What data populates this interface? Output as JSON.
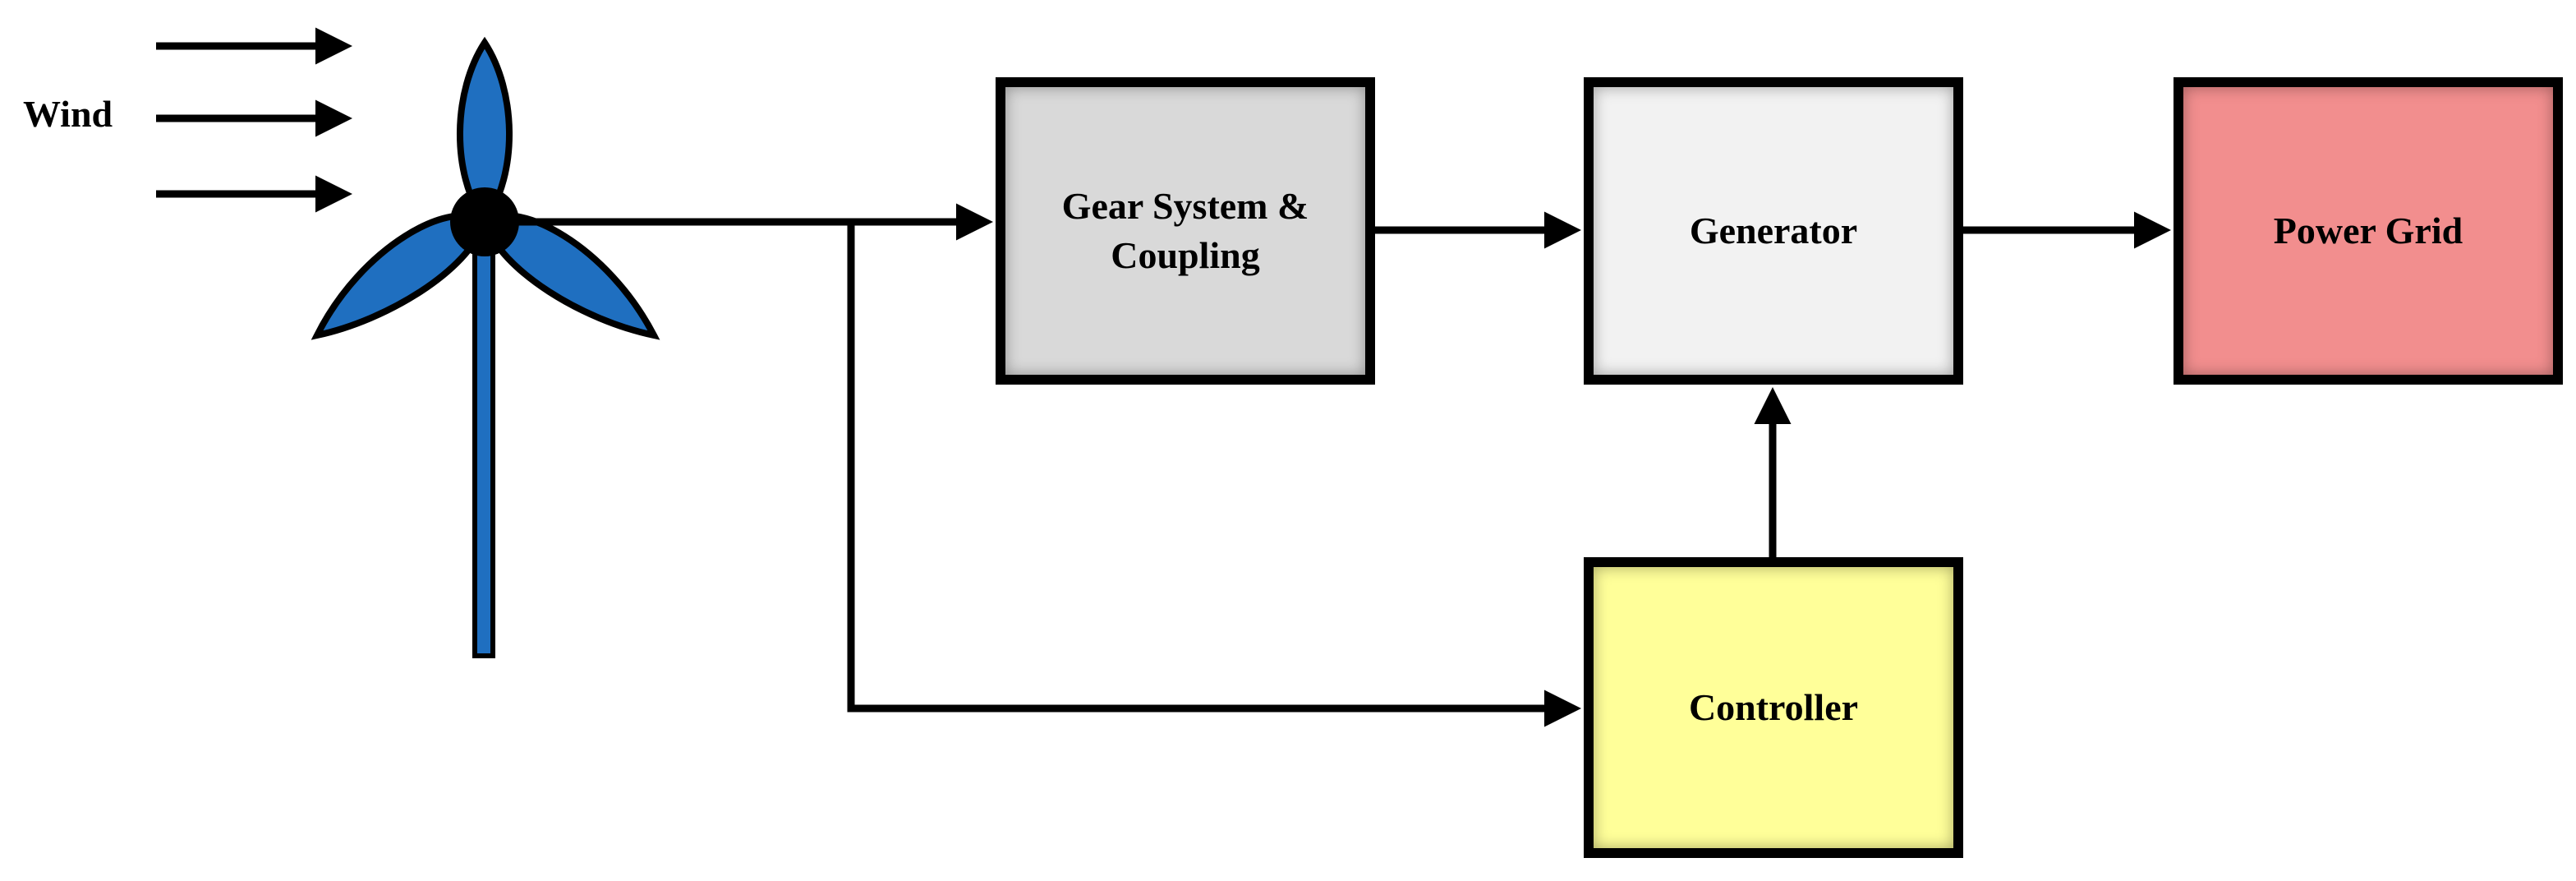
{
  "wind_label": "Wind",
  "blocks": {
    "gear": {
      "line1": "Gear System &",
      "line2": "Coupling",
      "fill": "#d9d9d9"
    },
    "generator": {
      "label": "Generator",
      "fill": "#f2f2f2"
    },
    "grid": {
      "label": "Power Grid",
      "fill": "#f28e8e"
    },
    "controller": {
      "label": "Controller",
      "fill": "#ffff99"
    }
  },
  "turbine_color": "#1f6fc0",
  "edges": [
    {
      "from": "Wind turbine",
      "to": "Gear System & Coupling"
    },
    {
      "from": "Gear System & Coupling",
      "to": "Generator"
    },
    {
      "from": "Generator",
      "to": "Power Grid"
    },
    {
      "from": "Wind turbine",
      "to": "Controller"
    },
    {
      "from": "Controller",
      "to": "Generator"
    }
  ]
}
